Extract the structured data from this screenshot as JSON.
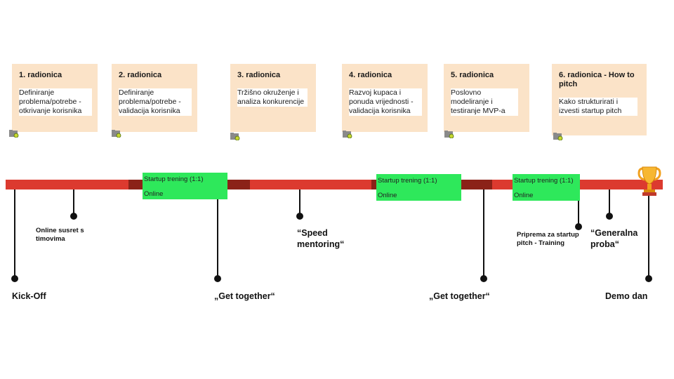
{
  "workshops": [
    {
      "title": "1. radionica",
      "desc": "Definiranje problema/potrebe - otkrivanje korisnika",
      "icon": "folder-add-icon"
    },
    {
      "title": "2. radionica",
      "desc": "Definiranje problema/potrebe - validacija korisnika",
      "icon": "folder-add-icon"
    },
    {
      "title": "3. radionica",
      "desc": "Tržišno okruženje i analiza konkurencije",
      "icon": "folder-add-icon"
    },
    {
      "title": "4. radionica",
      "desc": "Razvoj kupaca i ponuda vrijednosti - validacija korisnika",
      "icon": "folder-add-icon"
    },
    {
      "title": "5. radionica",
      "desc": "Poslovno modeliranje i testiranje MVP-a",
      "icon": "folder-add-icon"
    },
    {
      "title": "6. radionica - How to pitch",
      "desc": "Kako strukturirati i izvesti startup pitch",
      "icon": "folder-add-icon"
    }
  ],
  "trainings": [
    {
      "line1": "Startup trening (1:1)",
      "line2": "Online"
    },
    {
      "line1": "Startup trening (1:1)",
      "line2": "Online"
    },
    {
      "line1": "Startup trening (1:1)",
      "line2": "Online"
    }
  ],
  "milestones": {
    "kickoff": "Kick-Off",
    "online_meeting": "Online susret s timovima",
    "get_together_1": "„Get together“",
    "speed_mentoring": "“Speed mentoring“",
    "get_together_2": "„Get together“",
    "pitch_training": "Priprema za startup pitch - Training",
    "general_rehearsal": "“Generalna proba“",
    "demo_day": "Demo dan"
  },
  "colors": {
    "timeline": "#dc3a2f",
    "timeline_dark": "#8b2218",
    "card": "#fbe3c8",
    "training": "#2ee85b"
  },
  "trophy_icon": "trophy-icon"
}
